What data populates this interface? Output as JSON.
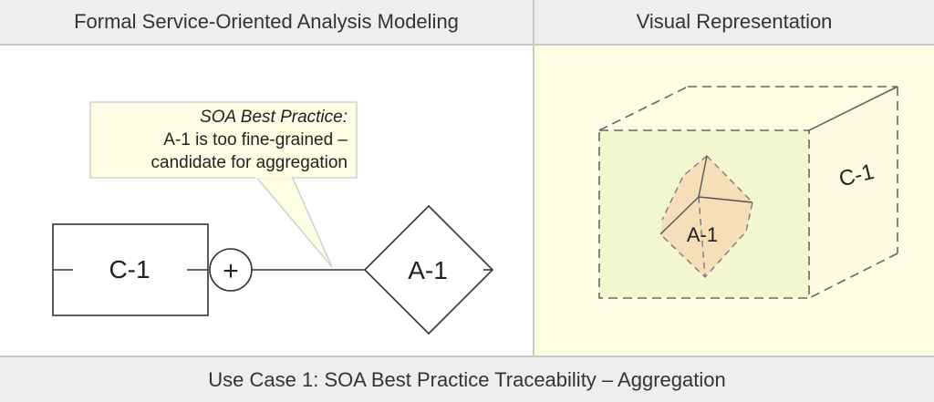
{
  "headers": {
    "left": "Formal Service-Oriented Analysis Modeling",
    "right": "Visual Representation"
  },
  "callout": {
    "title": "SOA Best Practice:",
    "line1": "A-1 is too fine-grained –",
    "line2": "candidate for aggregation"
  },
  "model": {
    "capability_label": "C-1",
    "plus_symbol": "+",
    "service_label": "A-1"
  },
  "visual": {
    "outer_cube_label": "C-1",
    "inner_cube_label": "A-1"
  },
  "footer": "Use Case 1: SOA Best Practice Traceability – Aggregation",
  "colors": {
    "header_bg": "#eeeeee",
    "callout_bg": "#fdfde4",
    "visual_bg": "#fdfde4",
    "inner_cube_fill": "#f6dfb8"
  }
}
